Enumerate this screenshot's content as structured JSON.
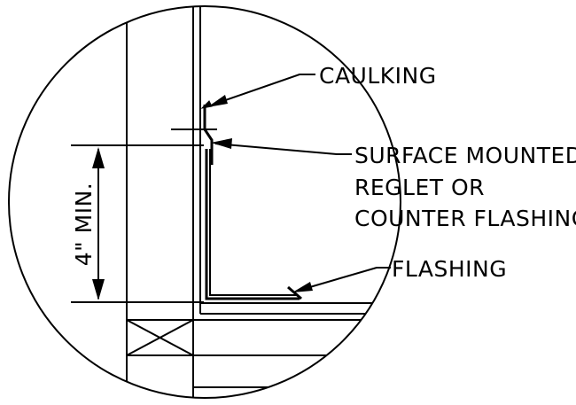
{
  "labels": {
    "caulking": "CAULKING",
    "reglet_line1": "SURFACE MOUNTED",
    "reglet_line2": "REGLET OR",
    "reglet_line3": "COUNTER FLASHING",
    "flashing": "FLASHING",
    "dimension": "4\" MIN."
  }
}
